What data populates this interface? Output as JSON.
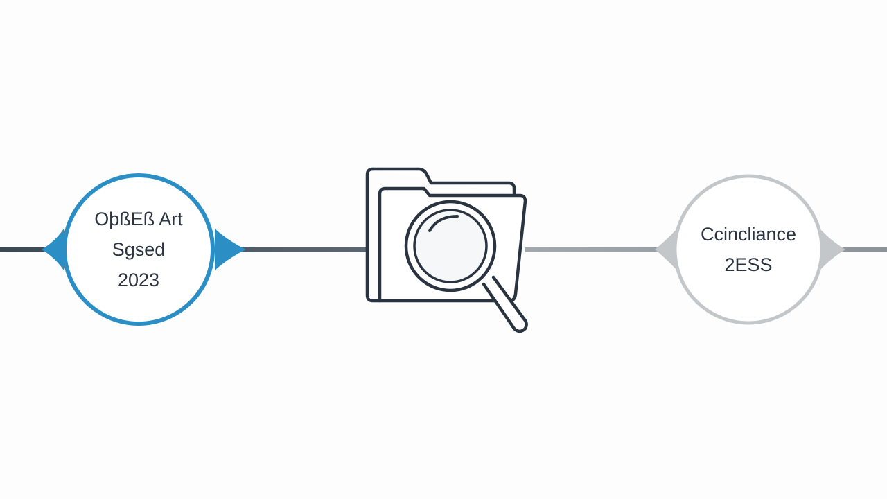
{
  "timeline": {
    "start_node": {
      "lines": [
        "OþßEß Art",
        "Sgsed",
        "2023"
      ],
      "accent_color": "#2b8fc6"
    },
    "middle_node": {
      "icon": "folder-search-icon",
      "stroke_color": "#2a3340"
    },
    "end_node": {
      "lines": [
        "Ccincliance",
        "2ESS"
      ],
      "accent_color": "#c4c7ca"
    },
    "line_colors": {
      "left": "#4a5560",
      "right": "#9aa0a6"
    }
  }
}
